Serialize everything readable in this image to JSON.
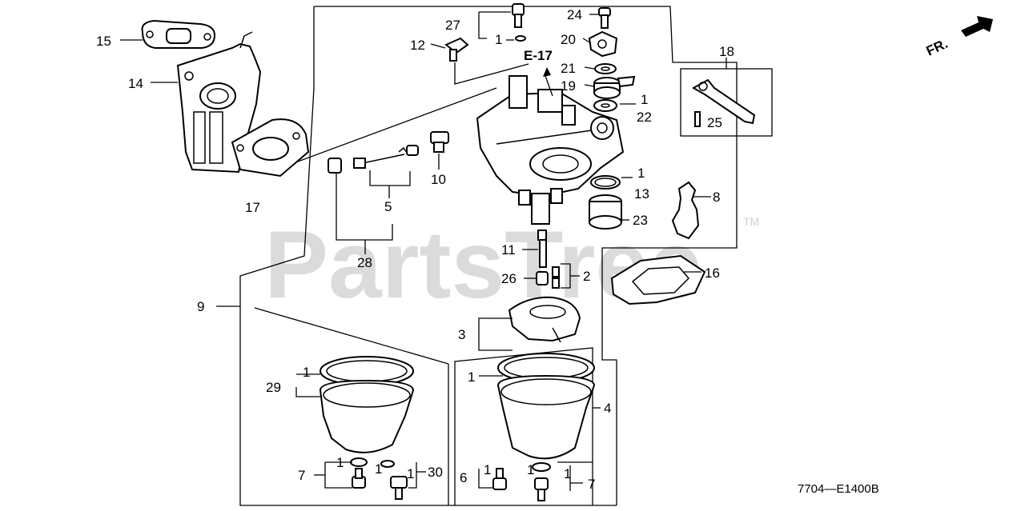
{
  "diagram": {
    "watermark": "PartsTree",
    "watermark_tm": "TM",
    "front_label": "FR.",
    "ref_label": "E-17",
    "diagram_code": "7704—E1400B",
    "callouts": {
      "c1a": "1",
      "c1b": "1",
      "c1c": "1",
      "c1d": "1",
      "c1e": "1",
      "c1f": "1",
      "c1g": "1",
      "c1h": "1",
      "c1i": "1",
      "c1j": "1",
      "c1k": "1",
      "c2": "2",
      "c3": "3",
      "c4": "4",
      "c5": "5",
      "c6": "6",
      "c7a": "7",
      "c7b": "7",
      "c8": "8",
      "c9": "9",
      "c10": "10",
      "c11": "11",
      "c12": "12",
      "c13": "13",
      "c14": "14",
      "c15": "15",
      "c16": "16",
      "c17": "17",
      "c18": "18",
      "c19": "19",
      "c20": "20",
      "c21": "21",
      "c22": "22",
      "c23": "23",
      "c24": "24",
      "c25": "25",
      "c26": "26",
      "c27": "27",
      "c28": "28",
      "c29": "29",
      "c30": "30"
    }
  }
}
